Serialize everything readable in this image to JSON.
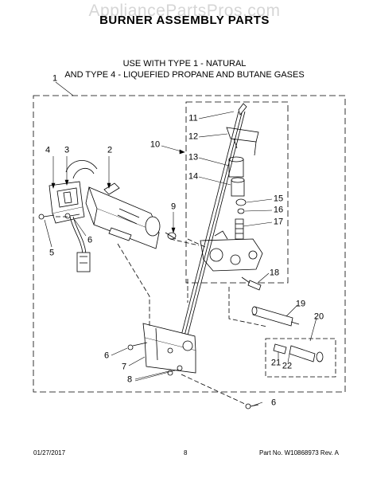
{
  "watermark": "AppliancePartsPros.com",
  "title": "BURNER ASSEMBLY PARTS",
  "use_with": {
    "line1": "USE WITH TYPE 1 - NATURAL",
    "line2": "AND TYPE 4 - LIQUEFIED PROPANE AND BUTANE GASES"
  },
  "callouts": [
    "1",
    "2",
    "3",
    "4",
    "5",
    "6",
    "6",
    "6",
    "7",
    "8",
    "9",
    "10",
    "11",
    "12",
    "13",
    "14",
    "15",
    "16",
    "17",
    "18",
    "19",
    "20",
    "21",
    "22"
  ],
  "footer": {
    "date": "01/27/2017",
    "page": "8",
    "part_rev": "Part No. W10868973  Rev. A"
  }
}
